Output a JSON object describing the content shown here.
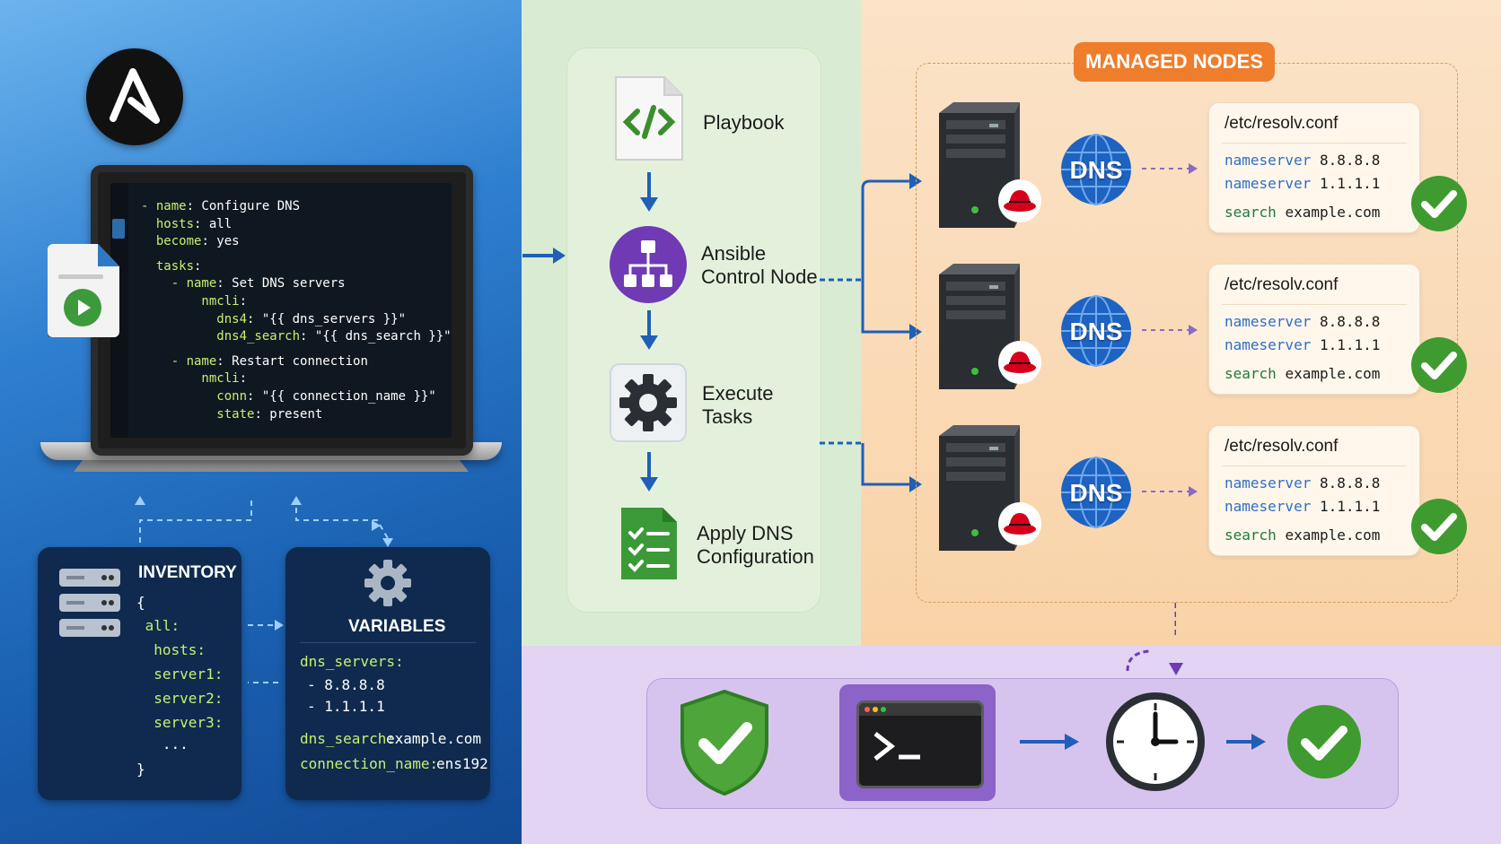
{
  "laptop": {
    "code_lines": [
      {
        "key": "- name",
        "val": ": Configure DNS"
      },
      {
        "key": "  hosts",
        "val": ": all"
      },
      {
        "key": "  become",
        "val": ": yes"
      },
      {
        "key": "",
        "val": ""
      },
      {
        "key": "  tasks",
        "val": ":"
      },
      {
        "key": "    - name",
        "val": ": Set DNS servers"
      },
      {
        "key": "        nmcli",
        "val": ":"
      },
      {
        "key": "          dns4",
        "val": ": \"{{ dns_servers }}\""
      },
      {
        "key": "          dns4_search",
        "val": ": \"{{ dns_search }}\""
      },
      {
        "key": "",
        "val": ""
      },
      {
        "key": "    - name",
        "val": ": Restart connection"
      },
      {
        "key": "        nmcli",
        "val": ":"
      },
      {
        "key": "          conn",
        "val": ": \"{{ connection_name }}\""
      },
      {
        "key": "          state",
        "val": ": present"
      }
    ]
  },
  "inventory": {
    "title": "INVENTORY",
    "lines": [
      "{",
      " all:",
      "  hosts:",
      "  server1:",
      "  server2:",
      "  server3:",
      "   ...",
      "}"
    ]
  },
  "variables": {
    "title": "VARIABLES",
    "dns_servers_key": "dns_servers:",
    "servers": [
      "- 8.8.8.8",
      "- 1.1.1.1"
    ],
    "dns_search_key": "dns_search:",
    "dns_search_val": "example.com",
    "connection_name_key": "connection_name:",
    "connection_name_val": "ens192"
  },
  "flow": {
    "steps": [
      {
        "label_1": "Playbook",
        "label_2": ""
      },
      {
        "label_1": "Ansible",
        "label_2": "Control Node"
      },
      {
        "label_1": "Execute",
        "label_2": "Tasks"
      },
      {
        "label_1": "Apply DNS",
        "label_2": "Configuration"
      }
    ]
  },
  "managed": {
    "title": "MANAGED NODES",
    "dns_label": "DNS",
    "nodes": [
      {
        "file": "/etc/resolv.conf",
        "ns1": "8.8.8.8",
        "ns2": "1.1.1.1",
        "search": "example.com"
      },
      {
        "file": "/etc/resolv.conf",
        "ns1": "8.8.8.8",
        "ns2": "1.1.1.1",
        "search": "example.com"
      },
      {
        "file": "/etc/resolv.conf",
        "ns1": "8.8.8.8",
        "ns2": "1.1.1.1",
        "search": "example.com"
      }
    ],
    "kw_nameserver": "nameserver",
    "kw_search": "search"
  },
  "colors": {
    "accent_orange": "#ee7d2c",
    "check_green": "#3f9b2f",
    "arrow_blue": "#1f5fb8",
    "ansible_purple": "#6f3ab4"
  }
}
